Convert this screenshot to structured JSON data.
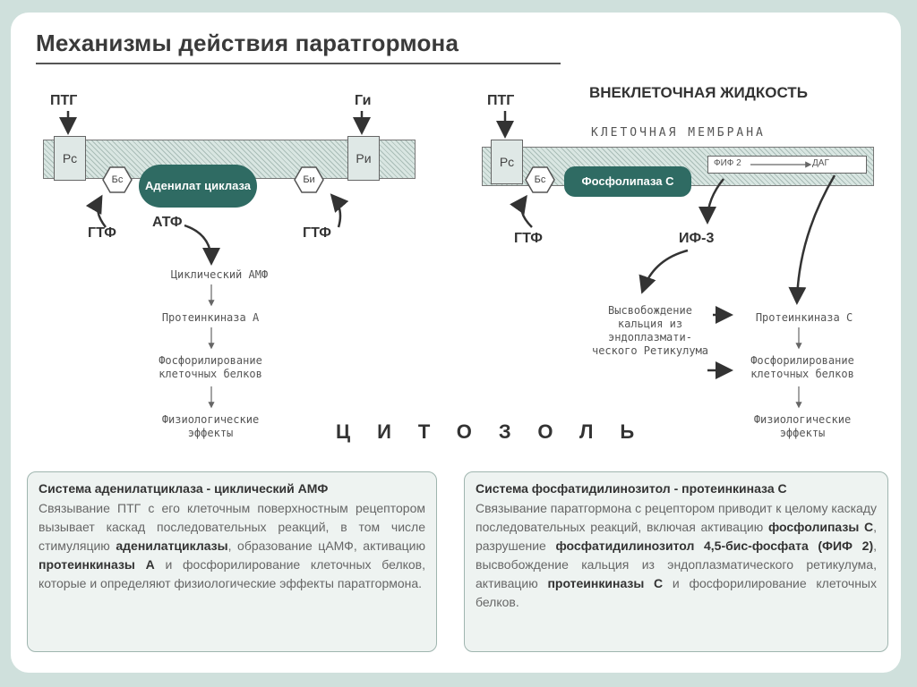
{
  "title": "Механизмы действия паратгормона",
  "left": {
    "ptg": "ПТГ",
    "gi": "Ги",
    "rs": "Рс",
    "ri": "Ри",
    "bs": "Бс",
    "bi": "Би",
    "enzyme": "Аденилат циклаза",
    "gtf_left": "ГТФ",
    "gtf_right": "ГТФ",
    "atf": "АТФ",
    "steps": [
      "Циклический АМФ",
      "Протеинкиназа А",
      "Фосфорилирование клеточных белков",
      "Физиологические эффекты"
    ]
  },
  "right": {
    "extracellular": "ВНЕКЛЕТОЧНАЯ ЖИДКОСТЬ",
    "membrane": "КЛЕТОЧНАЯ МЕМБРАНА",
    "ptg": "ПТГ",
    "rs": "Рс",
    "bs": "Бс",
    "enzyme": "Фосфолипаза С",
    "fif": "ФИФ 2",
    "dag": "ДАГ",
    "gtf": "ГТФ",
    "if3": "ИФ-3",
    "calcium": "Высвобождение кальция из эндоплазмати- ческого Ретикулума",
    "steps": [
      "Протеинкиназа С",
      "Фосфорилирование клеточных белков",
      "Физиологические эффекты"
    ]
  },
  "cytosol": "ЦИТОЗОЛЬ",
  "box_left": {
    "title": "Система аденилатциклаза - циклический АМФ",
    "t1": "Связывание ПТГ с его клеточным поверхностным рецептором вызывает каскад последовательных реакций, в том числе стимуляцию ",
    "b1": "аденилатциклазы",
    "t2": ", образование цАМФ, активацию ",
    "b2": "протеинкиназы А",
    "t3": " и фосфорилирование клеточных белков, которые и определяют физиологические эффекты паратгормона."
  },
  "box_right": {
    "title": "Система фосфатидилинозитол - протеинкиназа С",
    "t1": "Связывание паратгормона с рецептором приводит к целому каскаду последовательных реакций, включая активацию ",
    "b1": "фосфолипазы С",
    "t2": ", разрушение ",
    "b2": "фосфатидилинозитол 4,5-бис-фосфата (ФИФ 2)",
    "t3": ", высвобождение кальция из эндоплазматического ретикулума, активацию ",
    "b3": "протеинкиназы С",
    "t4": " и фосфорилирование клеточных белков."
  }
}
